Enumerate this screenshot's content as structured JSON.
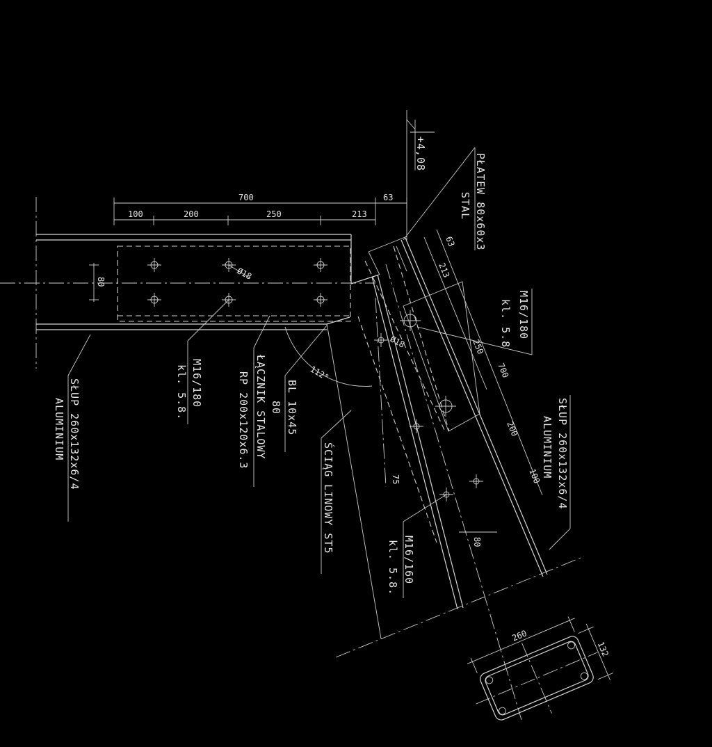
{
  "elevation": "+4,08",
  "dimensions_top": {
    "overall": "700",
    "offset": "63",
    "segments": [
      "100",
      "200",
      "250",
      "213"
    ]
  },
  "dimensions_left": {
    "height": "80"
  },
  "hole_label": "Ø18",
  "hole_label_2": "Ø18",
  "angle": "112°",
  "labels": {
    "purlin_title": "PŁATEW 80x60x3",
    "purlin_material": "STAL",
    "bolt_right_title": "M16/180",
    "bolt_right_class": "kl. 5.8",
    "column_right_title": "SŁUP 260x132x6/4",
    "column_right_material": "ALUMINIUM",
    "column_left_title": "SŁUP 260x132x6/4",
    "column_left_material": "ALUMINIUM",
    "bolt_left_title": "M16/180",
    "bolt_left_class": "kl. 5.8.",
    "connector_title": "ŁĄCZNIK STALOWY",
    "connector_spec": "RP 200x120x6.3",
    "plate_title": "BL 10x45",
    "plate_len": "80",
    "tie_title": "ŚCIĄG LINOWY ST5",
    "bolt_lower_title": "M16/160",
    "bolt_lower_class": "kl. 5.8."
  },
  "dimensions_diag": [
    "63",
    "213",
    "250",
    "200",
    "100",
    "700",
    "80",
    "75"
  ],
  "section": {
    "width": "260",
    "height": "132"
  }
}
